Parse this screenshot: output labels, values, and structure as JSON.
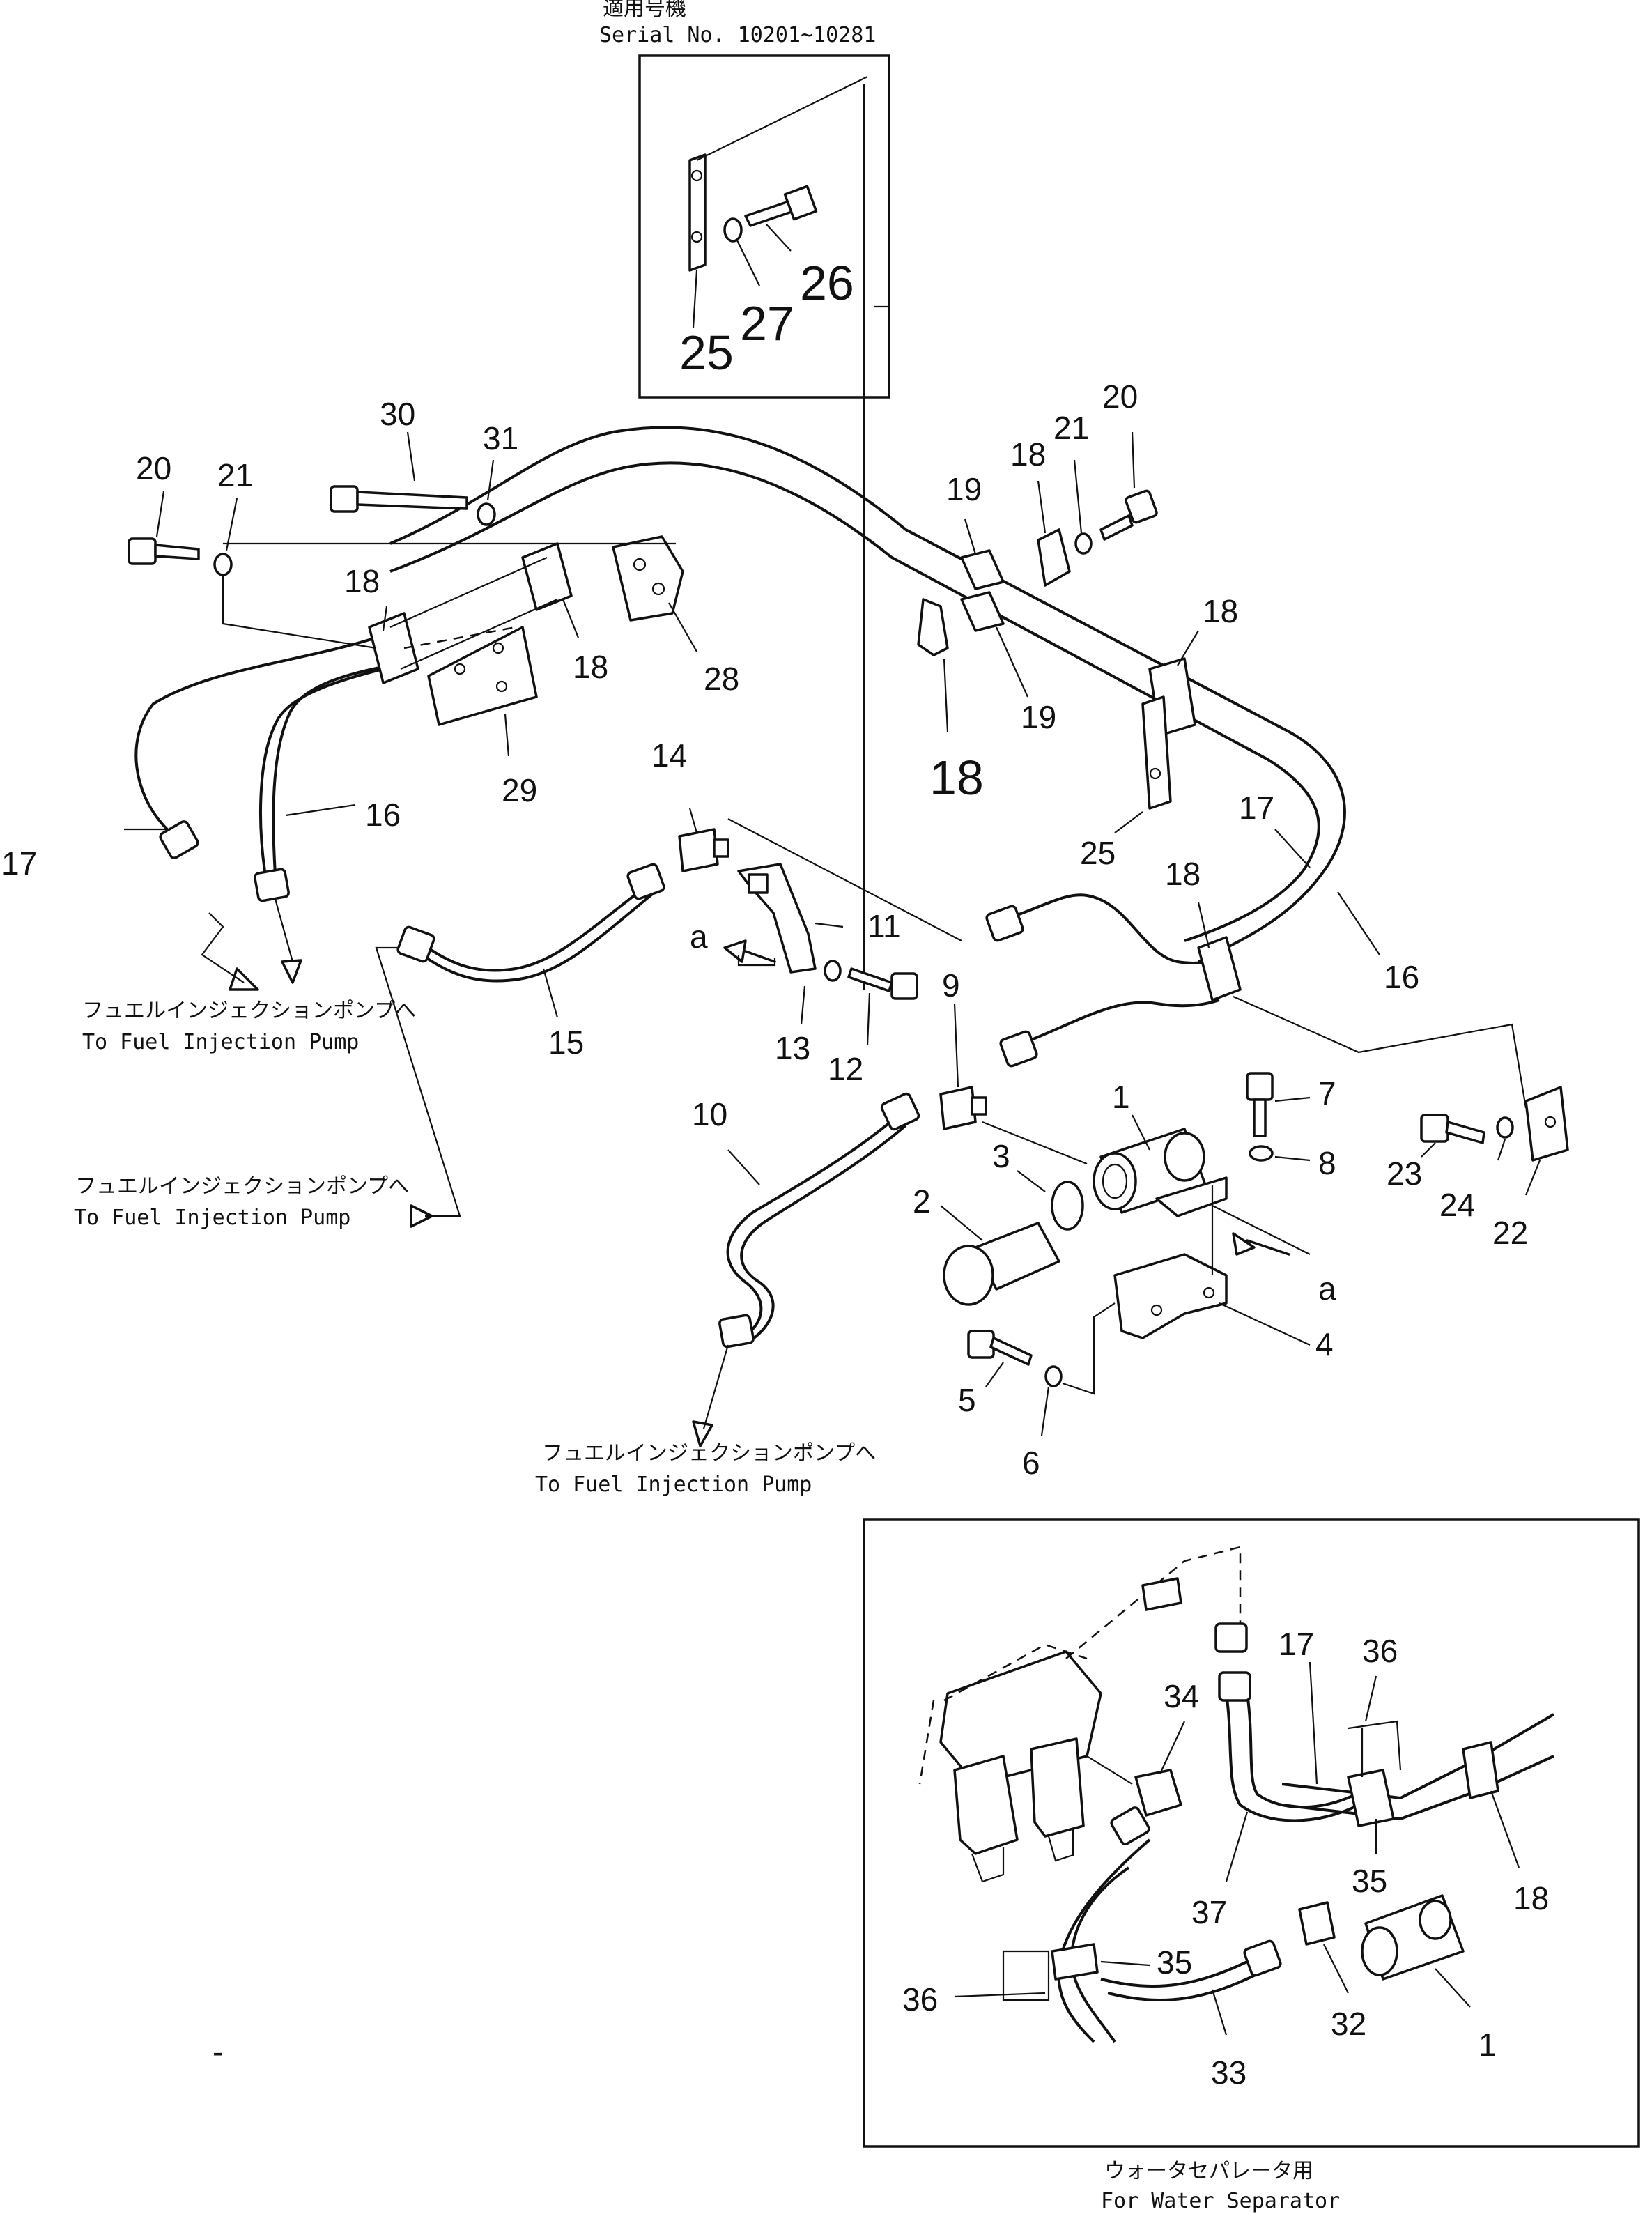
{
  "serial_box": {
    "title_jp": "適用号機",
    "title_en": "Serial No. 10201~10281",
    "callouts": [
      "25",
      "26",
      "27"
    ]
  },
  "callouts": {
    "c1": "1",
    "c2": "2",
    "c3": "3",
    "c4": "4",
    "c5": "5",
    "c6": "6",
    "c7": "7",
    "c8": "8",
    "c9": "9",
    "c10": "10",
    "c11": "11",
    "c12": "12",
    "c13": "13",
    "c14": "14",
    "c15": "15",
    "c16a": "16",
    "c16b": "16",
    "c17a": "17",
    "c17b": "17",
    "c18a": "18",
    "c18b": "18",
    "c18c": "18",
    "c18d": "18",
    "c18e": "18",
    "c18f": "18",
    "c19a": "19",
    "c19b": "19",
    "c20a": "20",
    "c20b": "20",
    "c21a": "21",
    "c21b": "21",
    "c22": "22",
    "c23": "23",
    "c24": "24",
    "c25": "25",
    "c28": "28",
    "c29": "29",
    "c30": "30",
    "c31": "31",
    "a1": "a",
    "a2": "a"
  },
  "notes": {
    "to_pump_jp": "フュエルインジェクションポンプへ",
    "to_pump_en": "To Fuel Injection Pump"
  },
  "water_separator_box": {
    "callouts": {
      "w1": "1",
      "w17": "17",
      "w18": "18",
      "w32": "32",
      "w33": "33",
      "w34": "34",
      "w35a": "35",
      "w35b": "35",
      "w36a": "36",
      "w36b": "36",
      "w37": "37"
    },
    "caption_jp": "ウォータセパレータ用",
    "caption_en": "For Water Separator"
  },
  "footer_mark": "-"
}
